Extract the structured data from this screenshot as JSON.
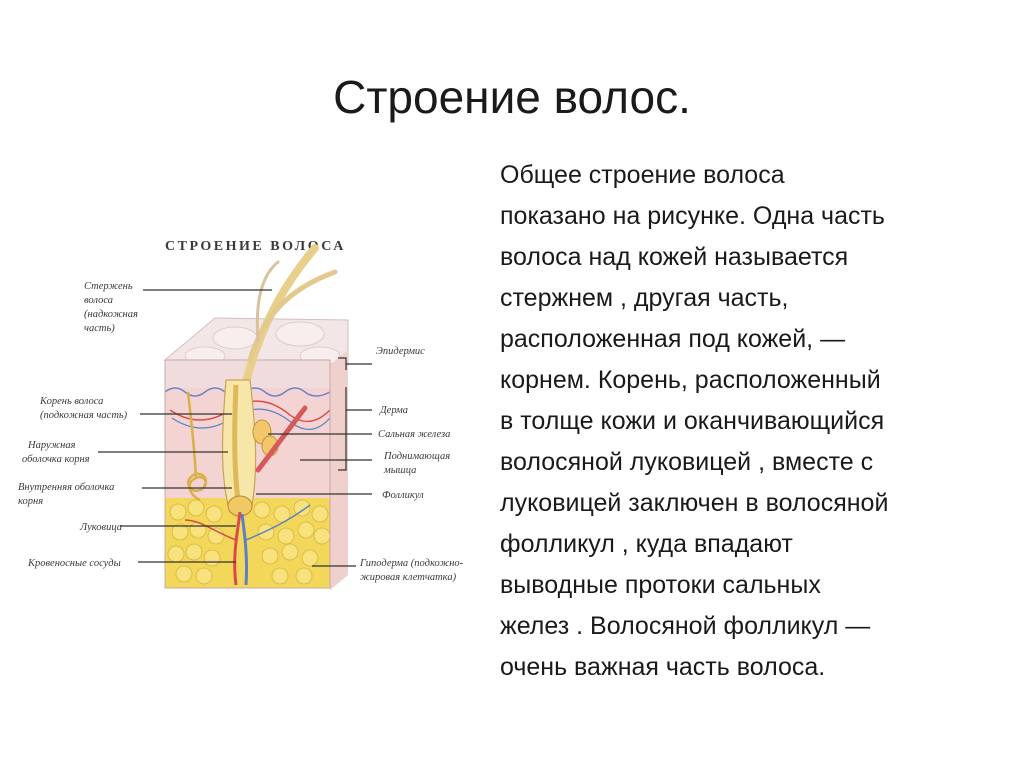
{
  "slide": {
    "title": "Строение волос.",
    "paragraph_lines": [
      "Общее строение волоса",
      "показано на рисунке. Одна часть",
      "волоса над кожей называется",
      "стержнем , другая часть,",
      "расположенная под кожей, —",
      "корнем. Корень, расположенный",
      "в толще кожи и оканчивающийся",
      "волосяной луковицей , вместе с",
      "луковицей заключен в волосяной",
      "фолликул , куда впадают",
      "выводные протоки сальных",
      "желез . Волосяной фолликул —",
      "очень важная часть волоса."
    ]
  },
  "figure": {
    "title": "СТРОЕНИЕ ВОЛОСА",
    "left_labels": {
      "shaft": [
        "Стержень",
        "волоса",
        "(надкожная",
        "часть)"
      ],
      "root": [
        "Корень волоса",
        "(подкожная часть)"
      ],
      "outer_sheath": [
        "Наружная",
        "оболочка корня"
      ],
      "inner_sheath": [
        "Внутренняя оболочка",
        "корня"
      ],
      "bulb": [
        "Луковица"
      ],
      "vessels": [
        "Кровеносные сосуды"
      ]
    },
    "right_labels": {
      "epidermis": [
        "Эпидермис"
      ],
      "dermis": [
        "Дерма"
      ],
      "sebaceous": [
        "Сальная железа"
      ],
      "muscle": [
        "Поднимающая",
        "мышца"
      ],
      "follicle": [
        "Фолликул"
      ],
      "hypodermis": [
        "Гиподерма (подкожно-",
        "жировая клетчатка)"
      ]
    },
    "colors": {
      "epidermis": "#f3e6e6",
      "dermis": "#f4d4d2",
      "hypodermis": "#f2d75a",
      "hair": "#e8cf8a",
      "vessel_red": "#d94a4a",
      "vessel_blue": "#5d7fc7"
    }
  }
}
